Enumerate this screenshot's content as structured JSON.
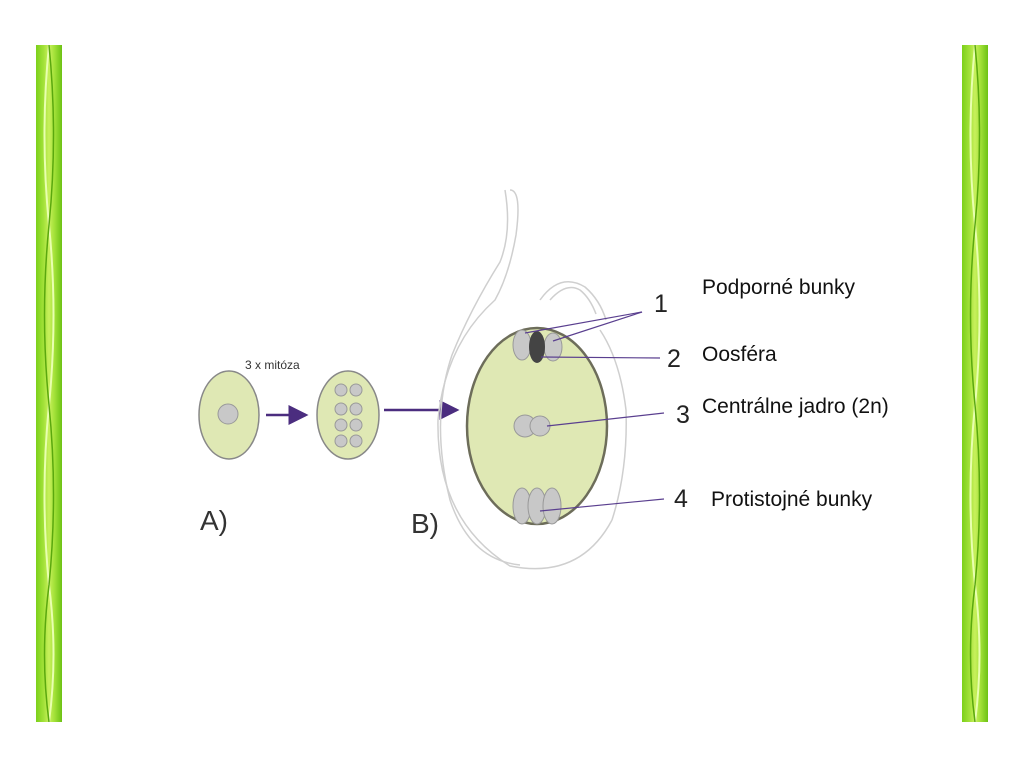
{
  "colors": {
    "border_green": "#8ed62a",
    "cell_fill": "#dfe8b4",
    "cell_stroke": "#6d6d5a",
    "nucleus_fill": "#c8c8c8",
    "egg_dark": "#444444",
    "arrow": "#4b2d7f",
    "pointer_line": "#5a3f8f",
    "integument": "#c9c9c9"
  },
  "diagram": {
    "mitosis_label": "3 x mitóza",
    "panel_a": "A)",
    "panel_b": "B)",
    "parts": [
      {
        "number": "1",
        "name": "Podporné bunky"
      },
      {
        "number": "2",
        "name": "Oosféra"
      },
      {
        "number": "3",
        "name": "Centrálne jadro (2n)"
      },
      {
        "number": "4",
        "name": "Protistojné bunky"
      }
    ]
  }
}
